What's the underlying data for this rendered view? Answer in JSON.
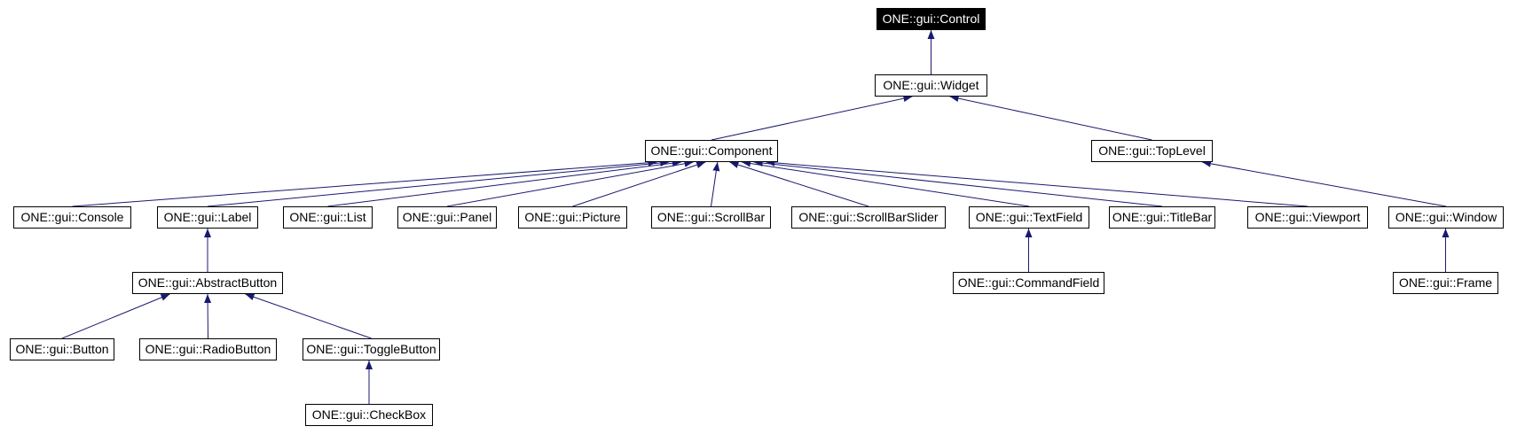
{
  "diagram": {
    "type": "class-inheritance-graph",
    "edge_color": "#191970",
    "node_border_color": "#000000",
    "node_bg_color": "#ffffff",
    "node_text_color": "#000000",
    "root_node_bg_color": "#000000",
    "root_node_text_color": "#ffffff",
    "nodes": [
      {
        "id": "control",
        "label": "ONE::gui::Control"
      },
      {
        "id": "widget",
        "label": "ONE::gui::Widget"
      },
      {
        "id": "component",
        "label": "ONE::gui::Component"
      },
      {
        "id": "toplevel",
        "label": "ONE::gui::TopLevel"
      },
      {
        "id": "console",
        "label": "ONE::gui::Console"
      },
      {
        "id": "label",
        "label": "ONE::gui::Label"
      },
      {
        "id": "list",
        "label": "ONE::gui::List"
      },
      {
        "id": "panel",
        "label": "ONE::gui::Panel"
      },
      {
        "id": "picture",
        "label": "ONE::gui::Picture"
      },
      {
        "id": "scrollbar",
        "label": "ONE::gui::ScrollBar"
      },
      {
        "id": "scrollbarslider",
        "label": "ONE::gui::ScrollBarSlider"
      },
      {
        "id": "textfield",
        "label": "ONE::gui::TextField"
      },
      {
        "id": "titlebar",
        "label": "ONE::gui::TitleBar"
      },
      {
        "id": "viewport",
        "label": "ONE::gui::Viewport"
      },
      {
        "id": "window",
        "label": "ONE::gui::Window"
      },
      {
        "id": "abstractbutton",
        "label": "ONE::gui::AbstractButton"
      },
      {
        "id": "commandfield",
        "label": "ONE::gui::CommandField"
      },
      {
        "id": "frame",
        "label": "ONE::gui::Frame"
      },
      {
        "id": "button",
        "label": "ONE::gui::Button"
      },
      {
        "id": "radiobutton",
        "label": "ONE::gui::RadioButton"
      },
      {
        "id": "togglebutton",
        "label": "ONE::gui::ToggleButton"
      },
      {
        "id": "checkbox",
        "label": "ONE::gui::CheckBox"
      }
    ],
    "edges": [
      {
        "child": "widget",
        "parent": "control"
      },
      {
        "child": "component",
        "parent": "widget"
      },
      {
        "child": "toplevel",
        "parent": "widget"
      },
      {
        "child": "console",
        "parent": "component"
      },
      {
        "child": "label",
        "parent": "component"
      },
      {
        "child": "list",
        "parent": "component"
      },
      {
        "child": "panel",
        "parent": "component"
      },
      {
        "child": "picture",
        "parent": "component"
      },
      {
        "child": "scrollbar",
        "parent": "component"
      },
      {
        "child": "scrollbarslider",
        "parent": "component"
      },
      {
        "child": "textfield",
        "parent": "component"
      },
      {
        "child": "titlebar",
        "parent": "component"
      },
      {
        "child": "viewport",
        "parent": "component"
      },
      {
        "child": "window",
        "parent": "toplevel"
      },
      {
        "child": "abstractbutton",
        "parent": "label"
      },
      {
        "child": "commandfield",
        "parent": "textfield"
      },
      {
        "child": "frame",
        "parent": "window"
      },
      {
        "child": "button",
        "parent": "abstractbutton"
      },
      {
        "child": "radiobutton",
        "parent": "abstractbutton"
      },
      {
        "child": "togglebutton",
        "parent": "abstractbutton"
      },
      {
        "child": "checkbox",
        "parent": "togglebutton"
      }
    ]
  }
}
